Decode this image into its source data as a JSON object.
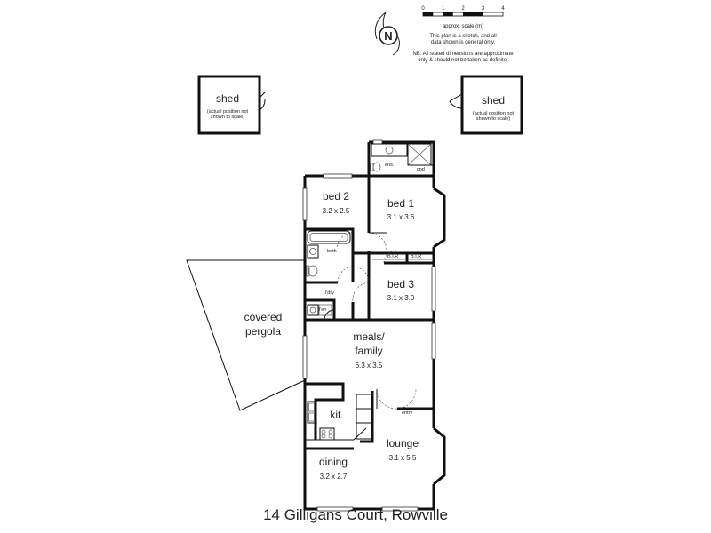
{
  "title": "14 Gilligans Court, Rowville",
  "scale": {
    "ticks": [
      "0",
      "1",
      "2",
      "3",
      "4"
    ],
    "label": "approx. scale (m)",
    "note1": [
      "This plan is a sketch, and all",
      "data shown is general only."
    ],
    "note2": [
      "NB: All stated dimensions are approximate",
      "only & should not be taken as definite."
    ]
  },
  "compass": {
    "letter": "N"
  },
  "sheds": [
    {
      "name": "shed",
      "note": [
        "(actual position not",
        "shown to scale)"
      ]
    },
    {
      "name": "shed",
      "note": [
        "(actual position not",
        "shown to scale)"
      ]
    }
  ],
  "rooms": {
    "bed2": {
      "name": "bed 2",
      "dim": "3.2 x 2.5"
    },
    "bed1": {
      "name": "bed 1",
      "dim": "3.1 x 3.6"
    },
    "bed3": {
      "name": "bed 3",
      "dim": "3.1 x 3.0"
    },
    "meals": {
      "name": [
        "meals/",
        "family"
      ],
      "dim": "6.3 x 3.5"
    },
    "lounge": {
      "name": "lounge",
      "dim": "3.1 x 5.5"
    },
    "dining": {
      "name": "dining",
      "dim": "3.2 x 2.7"
    },
    "kit": {
      "name": "kit."
    },
    "bath": {
      "name": "bath"
    },
    "ldry": {
      "name": "l'dry"
    },
    "ens": {
      "name": "ens."
    },
    "entry": {
      "name": "entry"
    },
    "bir1": {
      "name": "B.I.R"
    },
    "bir2": {
      "name": "B.I.R"
    },
    "cpd": {
      "name": "cpd"
    },
    "linen": {
      "name": "l'en"
    }
  },
  "pergola": {
    "name": [
      "covered",
      "pergola"
    ]
  }
}
